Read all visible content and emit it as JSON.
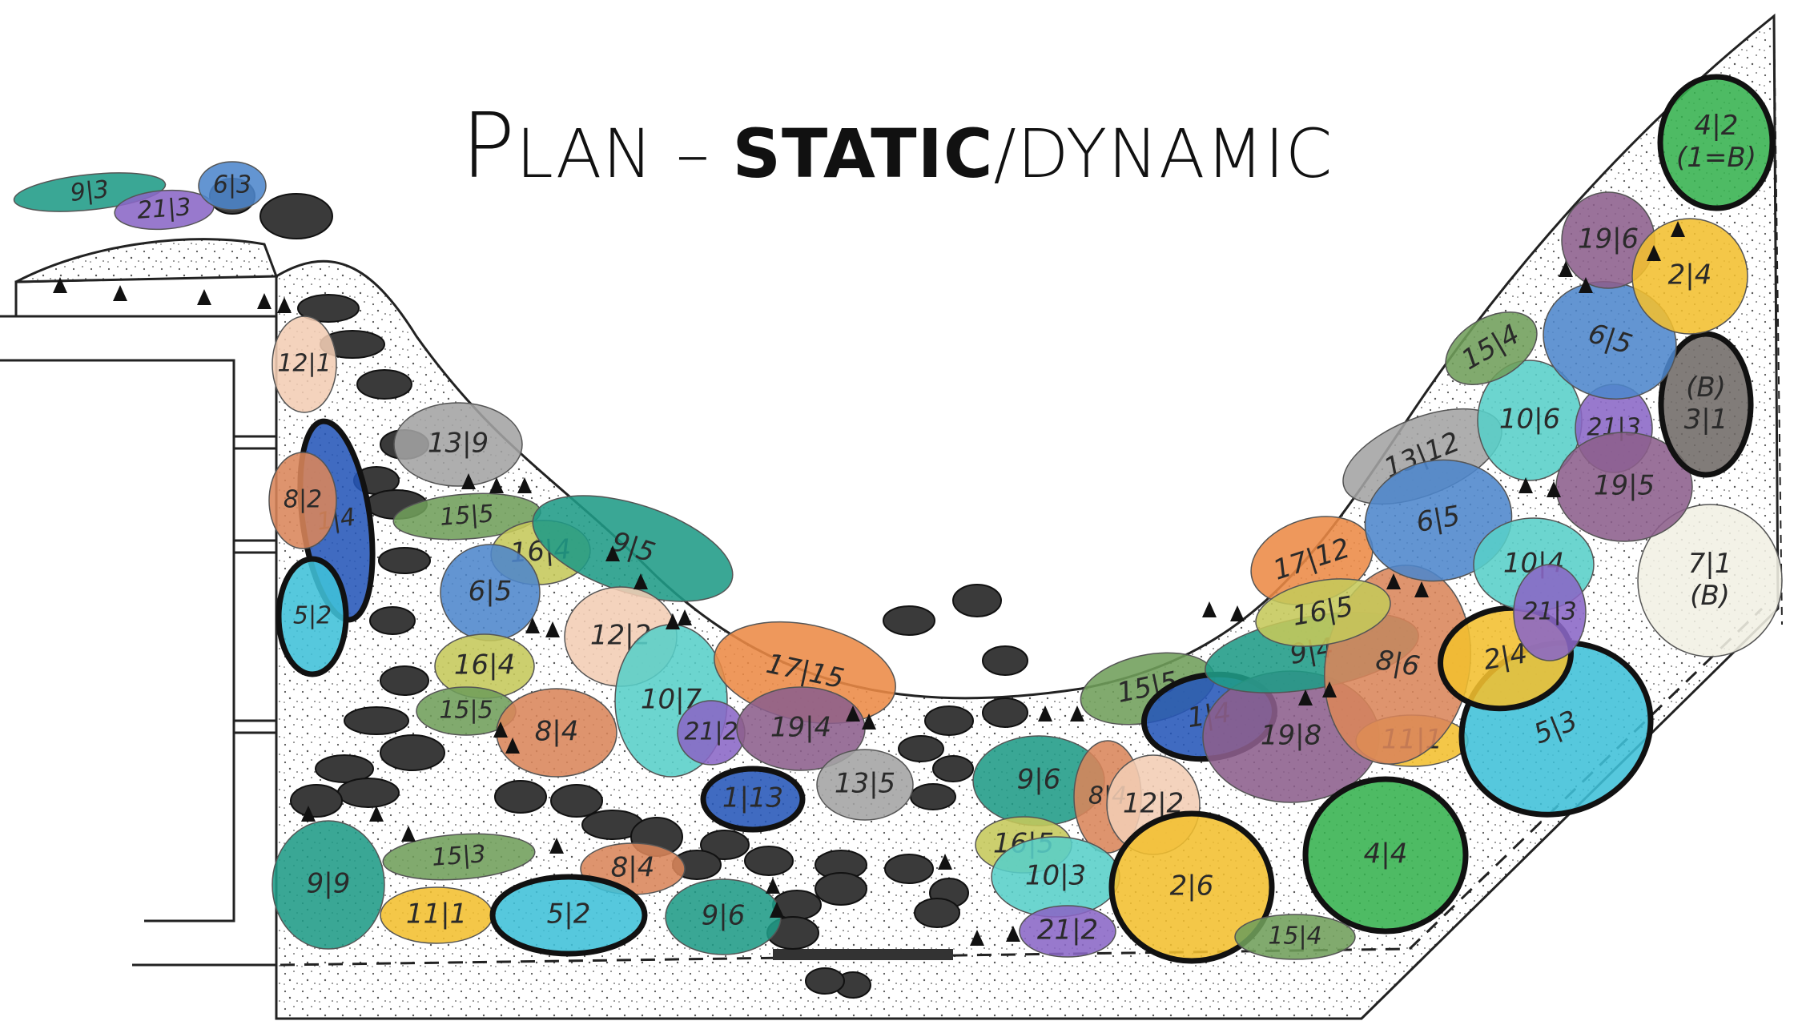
{
  "title": {
    "initial": "P",
    "rest": "LAN – ",
    "bold": "STATIC",
    "tail": "/DYNAMIC"
  },
  "colors": {
    "teal": "#1f9b86",
    "cyan": "#3fc0d8",
    "aqua": "#58cfc8",
    "blue": "#4d86cc",
    "darkblue": "#2656b8",
    "purple": "#8a67c6",
    "mauve": "#8c5e8c",
    "grey": "#a3a3a3",
    "darkgrey": "#6f6a66",
    "olive": "#c5c85a",
    "sage": "#6f9e5a",
    "orange": "#ec8a46",
    "salmon": "#d9855a",
    "peach": "#f2cdb4",
    "yellow": "#f2bf2f",
    "green": "#36b24e",
    "cream": "#f1f0e4",
    "stone": "#3a3a3a"
  },
  "plants": [
    {
      "label": "9|3",
      "color": "teal"
    },
    {
      "label": "21|3",
      "color": "purple"
    },
    {
      "label": "6|3",
      "color": "blue"
    },
    {
      "label": "12|1",
      "color": "peach"
    },
    {
      "label": "1|4",
      "color": "darkblue"
    },
    {
      "label": "8|2",
      "color": "salmon"
    },
    {
      "label": "5|2",
      "color": "cyan"
    },
    {
      "label": "13|9",
      "color": "grey"
    },
    {
      "label": "15|5",
      "color": "sage"
    },
    {
      "label": "16|4",
      "color": "olive"
    },
    {
      "label": "6|5",
      "color": "blue"
    },
    {
      "label": "9|5",
      "color": "teal"
    },
    {
      "label": "12|2",
      "color": "peach"
    },
    {
      "label": "16|4",
      "color": "olive"
    },
    {
      "label": "15|5",
      "color": "sage"
    },
    {
      "label": "8|4",
      "color": "salmon"
    },
    {
      "label": "10|7",
      "color": "aqua"
    },
    {
      "label": "17|15",
      "color": "orange"
    },
    {
      "label": "21|2",
      "color": "purple"
    },
    {
      "label": "19|4",
      "color": "mauve"
    },
    {
      "label": "1|13",
      "color": "darkblue"
    },
    {
      "label": "13|5",
      "color": "grey"
    },
    {
      "label": "9|9",
      "color": "teal"
    },
    {
      "label": "15|3",
      "color": "sage"
    },
    {
      "label": "8|4",
      "color": "salmon"
    },
    {
      "label": "11|1",
      "color": "yellow"
    },
    {
      "label": "5|2",
      "color": "cyan"
    },
    {
      "label": "9|6",
      "color": "teal"
    },
    {
      "label": "9|6",
      "color": "teal"
    },
    {
      "label": "16|5",
      "color": "olive"
    },
    {
      "label": "8|4",
      "color": "salmon"
    },
    {
      "label": "12|2",
      "color": "peach"
    },
    {
      "label": "10|3",
      "color": "aqua"
    },
    {
      "label": "21|2",
      "color": "purple"
    },
    {
      "label": "15|5",
      "color": "sage"
    },
    {
      "label": "1|4",
      "color": "darkblue"
    },
    {
      "label": "2|6",
      "color": "yellow"
    },
    {
      "label": "19|8",
      "color": "mauve"
    },
    {
      "label": "4|4",
      "color": "green"
    },
    {
      "label": "15|4",
      "color": "sage"
    },
    {
      "label": "11|1",
      "color": "yellow"
    },
    {
      "label": "5|3",
      "color": "cyan"
    },
    {
      "label": "9|4",
      "color": "teal"
    },
    {
      "label": "8|6",
      "color": "salmon"
    },
    {
      "label": "17|12",
      "color": "orange"
    },
    {
      "label": "16|5",
      "color": "olive"
    },
    {
      "label": "2|4",
      "color": "yellow"
    },
    {
      "label": "13|12",
      "color": "grey"
    },
    {
      "label": "6|5",
      "color": "blue"
    },
    {
      "label": "10|4",
      "color": "aqua"
    },
    {
      "label": "21|3",
      "color": "purple"
    },
    {
      "label": "7|1 (B)",
      "color": "cream"
    },
    {
      "label": "10|6",
      "color": "aqua"
    },
    {
      "label": "21|3",
      "color": "purple"
    },
    {
      "label": "19|5",
      "color": "mauve"
    },
    {
      "label": "(B) 3|1",
      "color": "darkgrey"
    },
    {
      "label": "15|4",
      "color": "sage"
    },
    {
      "label": "6|5",
      "color": "blue"
    },
    {
      "label": "19|6",
      "color": "mauve"
    },
    {
      "label": "2|4",
      "color": "yellow"
    },
    {
      "label": "4|2 (1=B)",
      "color": "green"
    }
  ]
}
